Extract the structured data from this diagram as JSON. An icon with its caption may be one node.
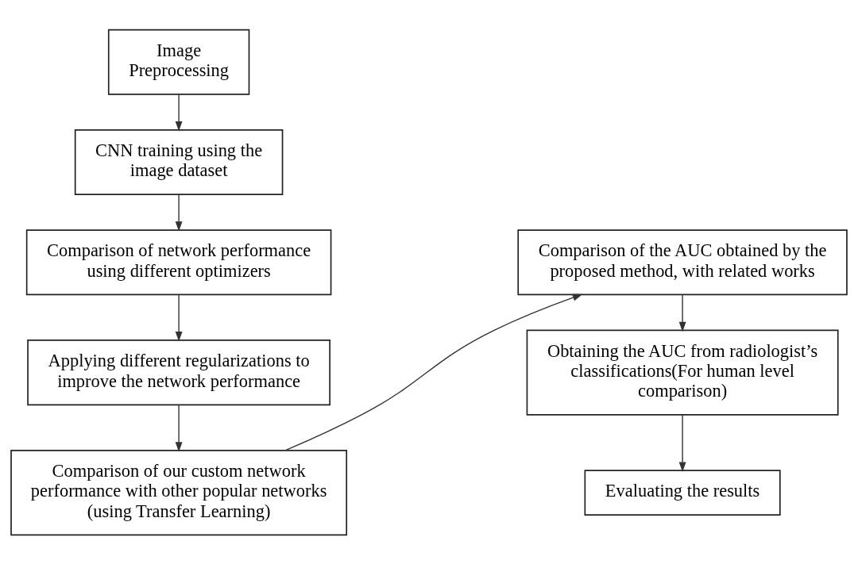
{
  "diagram": {
    "nodes": [
      {
        "text": [
          "Image Preprocessing"
        ]
      },
      {
        "text": [
          "CNN training using the image dataset"
        ]
      },
      {
        "text": [
          "Comparison of network performance using different optimizers"
        ]
      },
      {
        "text": [
          "Applying different regularizations to improve the network performance"
        ]
      },
      {
        "text": [
          "Comparison of our custom network performance with other popular networks (using Transfer Learning)"
        ]
      },
      {
        "text": [
          "Comparison of the AUC obtained by the proposed method, with related works"
        ]
      },
      {
        "text": [
          "Obtaining the AUC from radiologist’s classifications(For human level comparison)"
        ]
      },
      {
        "text": [
          "Evaluating the results"
        ]
      }
    ],
    "edges": [
      {
        "from": 0,
        "to": 1,
        "arrow": "to"
      },
      {
        "from": 1,
        "to": 2,
        "arrow": "to"
      },
      {
        "from": 2,
        "to": 3,
        "arrow": "to"
      },
      {
        "from": 3,
        "to": 4,
        "arrow": "to"
      },
      {
        "from": 4,
        "to": 5,
        "arrow": "to"
      },
      {
        "from": 5,
        "to": 6,
        "arrow": "to"
      },
      {
        "from": 6,
        "to": 7,
        "arrow": "to"
      }
    ]
  }
}
